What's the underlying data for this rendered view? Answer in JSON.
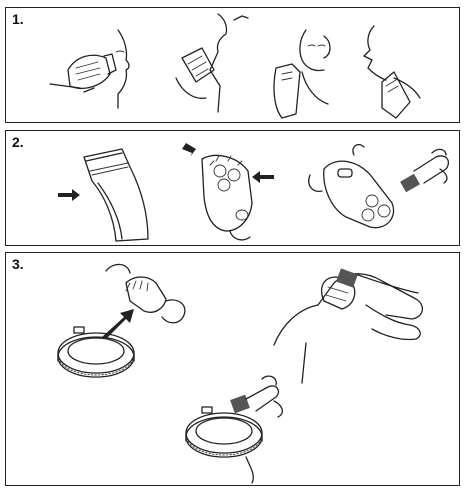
{
  "steps": [
    {
      "number": "1."
    },
    {
      "number": "2."
    },
    {
      "number": "3."
    }
  ]
}
